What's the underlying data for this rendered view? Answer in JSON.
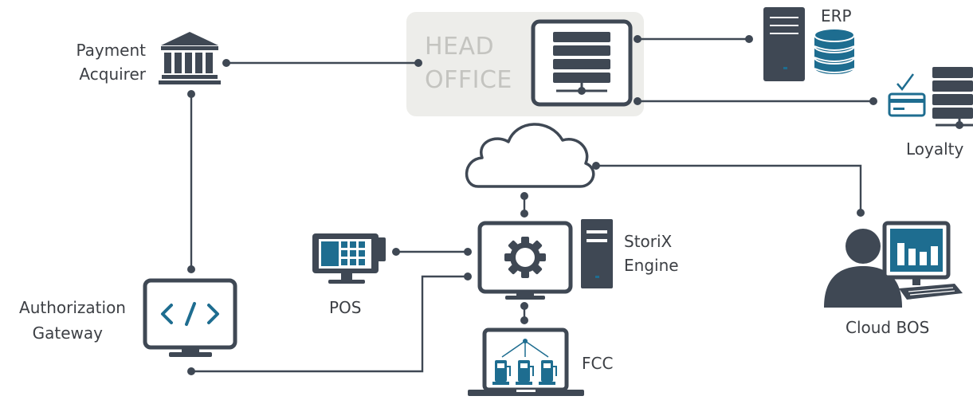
{
  "diagram": {
    "nodes": {
      "payment_acquirer": {
        "line1": "Payment",
        "line2": "Acquirer",
        "icon": "bank-icon"
      },
      "head_office": {
        "line1": "HEAD",
        "line2": "OFFICE",
        "icon": "server-icon"
      },
      "erp": {
        "label": "ERP",
        "icon": "database-server-icon"
      },
      "loyalty": {
        "label": "Loyalty",
        "icon": "loyalty-card-server-icon"
      },
      "cloud": {
        "icon": "cloud-icon"
      },
      "storix_engine": {
        "line1": "StoriX",
        "line2": "Engine",
        "icon": "gear-monitor-icon"
      },
      "pos": {
        "label": "POS",
        "icon": "pos-terminal-icon"
      },
      "fcc": {
        "label": "FCC",
        "icon": "fuel-pumps-laptop-icon"
      },
      "authorization_gateway": {
        "line1": "Authorization",
        "line2": "Gateway",
        "icon": "code-monitor-icon"
      },
      "cloud_bos": {
        "label": "Cloud BOS",
        "icon": "user-dashboard-icon"
      }
    },
    "colors": {
      "icon_dark": "#3f4854",
      "accent_blue": "#1e6d90",
      "head_office_box": "#ededea",
      "label_text": "#3c3f44",
      "head_office_text": "#c4c4c0"
    }
  }
}
